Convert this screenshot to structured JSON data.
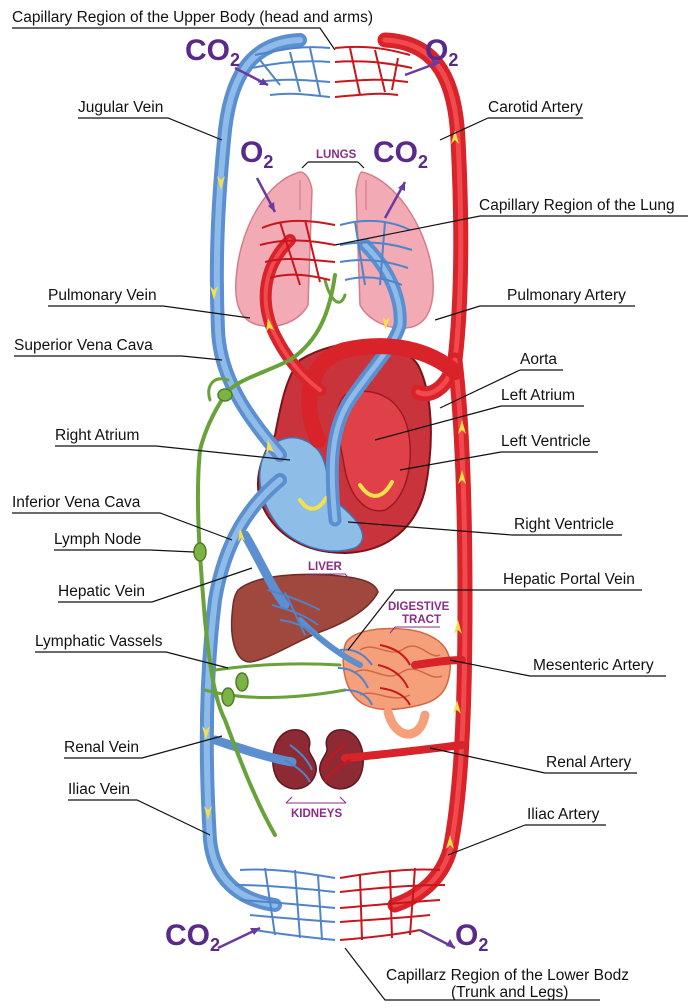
{
  "labels": {
    "capillary_upper": "Capillary Region of the Upper Body (head and arms)",
    "jugular_vein": "Jugular Vein",
    "carotid_artery": "Carotid Artery",
    "capillary_lung": "Capillary Region of the Lung",
    "pulmonary_vein": "Pulmonary Vein",
    "pulmonary_artery": "Pulmonary Artery",
    "superior_vena_cava": "Superior Vena Cava",
    "aorta": "Aorta",
    "left_atrium": "Left Atrium",
    "right_atrium": "Right Atrium",
    "left_ventricle": "Left Ventricle",
    "inferior_vena_cava": "Inferior Vena Cava",
    "right_ventricle": "Right Ventricle",
    "lymph_node": "Lymph Node",
    "hepatic_portal_vein": "Hepatic Portal Vein",
    "hepatic_vein": "Hepatic Vein",
    "lymphatic_vassels": "Lymphatic Vassels",
    "mesenteric_artery": "Mesenteric Artery",
    "renal_vein": "Renal Vein",
    "renal_artery": "Renal Artery",
    "iliac_vein": "Iliac Vein",
    "iliac_artery": "Iliac Artery",
    "capillary_lower_1": "Capillarz Region of the Lower Bodz",
    "capillary_lower_2": "(Trunk and Legs)"
  },
  "organs": {
    "lungs": "LUNGS",
    "liver": "LIVER",
    "digestive_1": "DIGESTIVE",
    "digestive_2": "TRACT",
    "kidneys": "KIDNEYS"
  },
  "gases": {
    "co2_main": "CO",
    "co2_sub": "2",
    "o2_main": "O",
    "o2_sub": "2"
  },
  "colors": {
    "vein": "#5b8fd0",
    "artery": "#d8232a",
    "lymph": "#6aa23a",
    "gas_text": "#5a2a8a",
    "organ_text": "#8a2c8a"
  }
}
